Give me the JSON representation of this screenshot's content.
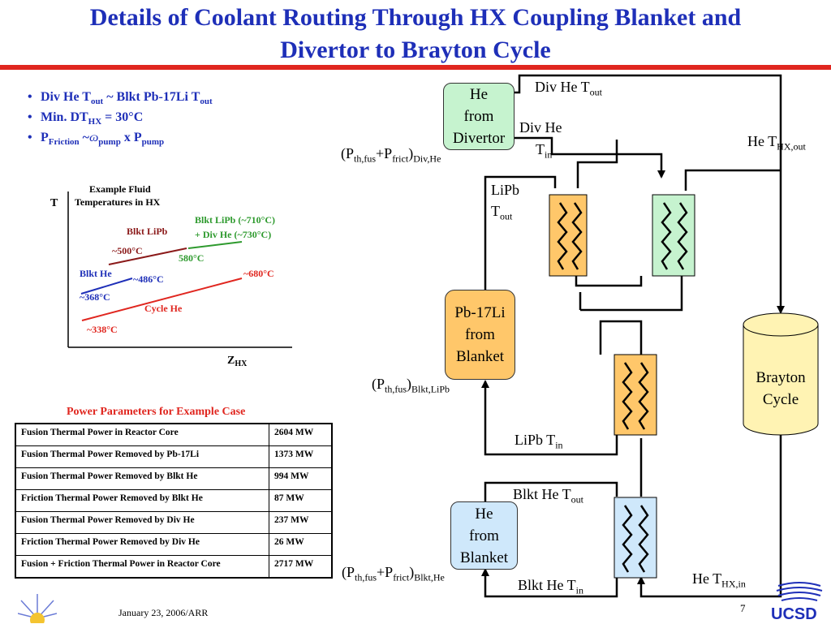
{
  "title": {
    "line1": "Details of Coolant Routing Through HX Coupling Blanket and",
    "line2": "Divertor to Brayton Cycle"
  },
  "bullets": [
    {
      "b1": "Div He T",
      "s1": "out",
      "b2": " ~ Blkt Pb-17Li T",
      "s2": "out"
    },
    {
      "b1": "Min. DT",
      "s1": "HX",
      "b2": " = 30°C"
    },
    {
      "b1": "P",
      "s1": "Friction",
      "b2": " ~",
      "b3": "ɷ",
      "s2": "pump",
      "b4": " x P",
      "s3": "pump"
    }
  ],
  "temp_chart": {
    "axis_y": "T",
    "axis_x": "Z",
    "axis_x_sub": "HX",
    "title_l1": "Example Fluid",
    "title_l2": "Temperatures in HX",
    "labels": {
      "blkt_lipb": "Blkt LiPb",
      "t500": "~500°C",
      "blkt_lipb_div": "Blkt LiPb (~710°C)",
      "div_he": "+ Div He (~730°C)",
      "t580": "580°C",
      "blkt_he": "Blkt He",
      "t486": "~486°C",
      "t680": "~680°C",
      "t368": "~368°C",
      "cycle_he": "Cycle He",
      "t338": "~338°C"
    },
    "colors": {
      "dark_red": "#8b1a1a",
      "green": "#2e9a2e",
      "blue": "#1e2fb8",
      "red": "#e0261f"
    }
  },
  "diagram": {
    "boxes": {
      "he_divertor": [
        "He",
        "from",
        "Divertor"
      ],
      "pb17li_blanket": [
        "Pb-17Li",
        "from",
        "Blanket"
      ],
      "he_blanket": [
        "He",
        "from",
        "Blanket"
      ],
      "brayton": [
        "Brayton",
        "Cycle"
      ]
    },
    "labels": {
      "div_he_tout": {
        "a": "Div He T",
        "sub": "out"
      },
      "div_he_tin_l1": "Div He",
      "div_he_tin_l2": {
        "a": "T",
        "sub": "in"
      },
      "he_thx_out": {
        "a": "He T",
        "sub": "HX,out"
      },
      "p_div": {
        "a": "(P",
        "s1": "th,fus",
        "b": "+P",
        "s2": "frict",
        "c": ")",
        "s3": "Div,He"
      },
      "lipb_tout_l1": "LiPb",
      "lipb_tout_l2": {
        "a": "T",
        "sub": "out"
      },
      "p_blkt_lipb": {
        "a": "(P",
        "s1": "th,fus",
        "c": ")",
        "s3": "Blkt,LiPb"
      },
      "lipb_tin": {
        "a": "LiPb T",
        "sub": "in"
      },
      "blkt_he_tout": {
        "a": "Blkt He T",
        "sub": "out"
      },
      "p_blkt_he": {
        "a": "(P",
        "s1": "th,fus",
        "b": "+P",
        "s2": "frict",
        "c": ")",
        "s3": "Blkt,He"
      },
      "blkt_he_tin": {
        "a": "Blkt He T",
        "sub": "in"
      },
      "he_thx_in": {
        "a": "He T",
        "sub": "HX,in"
      }
    },
    "colors": {
      "green_box": "#c6f3cf",
      "orange_box": "#ffc76a",
      "blue_box": "#cfe8fb",
      "yellow_cyl": "#fff3b3"
    }
  },
  "power_table": {
    "title": "Power Parameters for Example Case",
    "rows": [
      {
        "label": "Fusion Thermal Power in Reactor Core",
        "value": "2604 MW"
      },
      {
        "label": "Fusion Thermal Power Removed by Pb-17Li",
        "value": "1373 MW"
      },
      {
        "label": "Fusion Thermal Power Removed by Blkt He",
        "value": "994 MW"
      },
      {
        "label": "Friction Thermal Power Removed by Blkt He",
        "value": "87 MW"
      },
      {
        "label": "Fusion Thermal Power Removed by Div He",
        "value": "237 MW"
      },
      {
        "label": "Friction Thermal Power Removed by Div He",
        "value": "26 MW"
      },
      {
        "label": "Fusion + Friction Thermal Power in Reactor Core",
        "value": "2717 MW"
      }
    ]
  },
  "footer": {
    "date": "January 23, 2006/ARR",
    "page": "7",
    "logo": "UCSD"
  }
}
